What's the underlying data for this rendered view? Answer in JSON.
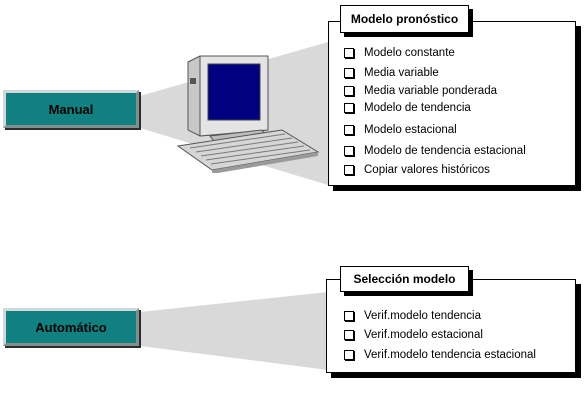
{
  "manual": {
    "label": "Manual",
    "panel_title": "Modelo pronóstico",
    "options": [
      {
        "label": "Modelo constante"
      },
      {
        "label": "Media variable"
      },
      {
        "label": "Media variable ponderada"
      },
      {
        "label": "Modelo de tendencia"
      },
      {
        "label": "Modelo estacional"
      },
      {
        "label": "Modelo de tendencia estacional"
      },
      {
        "label": "Copiar valores históricos"
      }
    ]
  },
  "automatic": {
    "label": "Automático",
    "panel_title": "Selección modelo",
    "options": [
      {
        "label": "Verif.modelo tendencia"
      },
      {
        "label": "Verif.modelo estacional"
      },
      {
        "label": "Verif.modelo tendencia estacional"
      }
    ]
  },
  "colors": {
    "button_fill": "#108080",
    "beam_fill": "#d9d9d9",
    "screen": "#000080"
  },
  "icons": [
    "computer-icon",
    "checkbox-icon"
  ]
}
